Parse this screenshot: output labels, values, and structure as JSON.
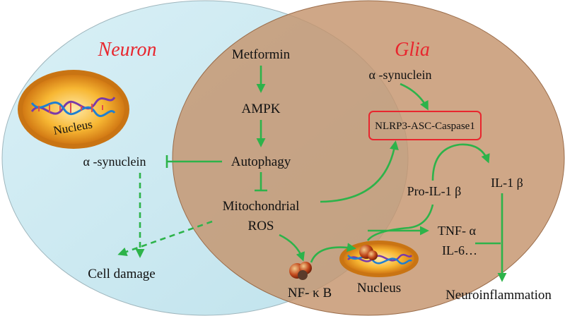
{
  "regions": {
    "neuron_title": "Neuron",
    "glia_title": "Glia"
  },
  "nodes": {
    "metformin": "Metformin",
    "ampk": "AMPK",
    "autophagy": "Autophagy",
    "mito_line1": "Mitochondrial",
    "mito_line2": "ROS",
    "neuron_asyn": "α -synuclein",
    "cell_damage": "Cell damage",
    "glia_asyn": "α -synuclein",
    "inflammasome": "NLRP3-ASC-Caspase1",
    "pro_il1b": "Pro-IL-1 β",
    "il1b": "IL-1 β",
    "tnfa": "TNF- α",
    "il6": "IL-6…",
    "nfkb": "NF- κ B",
    "glia_nucleus": "Nucleus",
    "neuron_nucleus": "Nucleus",
    "neuroinflammation": "Neuroinflammation"
  },
  "colors": {
    "neuron_fill": "#cfe9f1",
    "glia_fill": "#c89a74",
    "arrow": "#2db34a",
    "title": "#e8262e",
    "inflammasome_border": "#e8262e",
    "nucleus_gold": "#f5a623"
  }
}
